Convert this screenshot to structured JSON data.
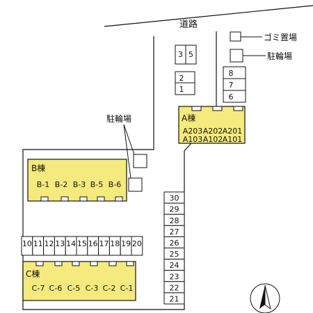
{
  "road": {
    "label": "道路"
  },
  "legend": {
    "garbage_label": "ゴミ置場",
    "bicycle_label": "駐輪場"
  },
  "bicycle_parking_label": "駐輪場",
  "building_a": {
    "title": "A棟",
    "row1": [
      "A203",
      "A202",
      "A201"
    ],
    "row2": [
      "A103",
      "A102",
      "A101"
    ],
    "fill_color": "#f5ea7d"
  },
  "building_b": {
    "title": "B棟",
    "units": [
      "B-1",
      "B-2",
      "B-3",
      "B-5",
      "B-6"
    ],
    "fill_color": "#f5ea7d"
  },
  "building_c": {
    "title": "C棟",
    "units": [
      "C-7",
      "C-6",
      "C-5",
      "C-3",
      "C-2",
      "C-1"
    ],
    "fill_color": "#f5ea7d"
  },
  "parking": {
    "top_pair": [
      "3",
      "5"
    ],
    "stack_left": [
      "2",
      "1"
    ],
    "stack_right": [
      "8",
      "7",
      "6"
    ],
    "column_right": [
      "30",
      "29",
      "28",
      "27",
      "26",
      "25",
      "24",
      "23",
      "22",
      "21"
    ],
    "row_bottom": [
      "10",
      "11",
      "12",
      "13",
      "14",
      "15",
      "16",
      "17",
      "18",
      "19",
      "20"
    ]
  },
  "compass": {
    "icon": "north-arrow-icon"
  }
}
